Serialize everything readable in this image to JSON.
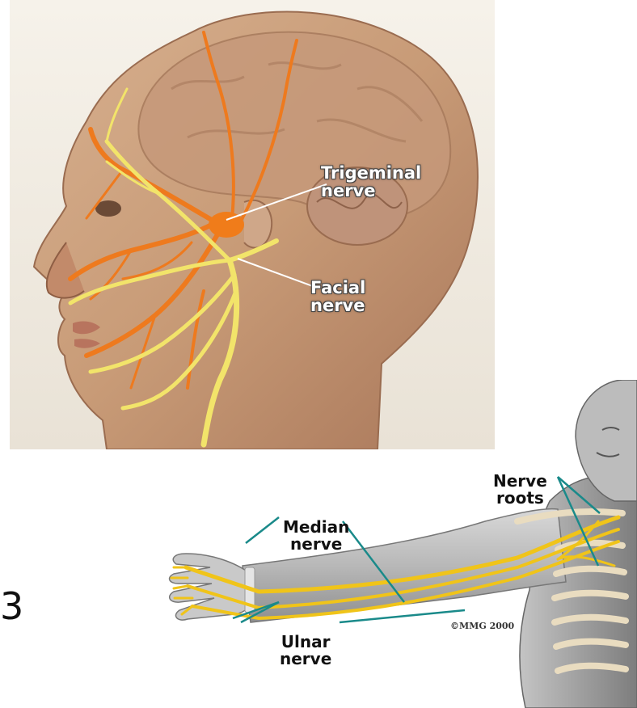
{
  "head": {
    "labels": {
      "trigeminal": {
        "line1": "Trigeminal",
        "line2": "nerve"
      },
      "facial": {
        "line1": "Facial",
        "line2": "nerve"
      }
    },
    "colors": {
      "trigeminal": "#ee7a1e",
      "facial": "#f2e46a",
      "skin": "#c89b77"
    }
  },
  "arm": {
    "labels": {
      "nerve_roots": {
        "line1": "Nerve",
        "line2": "roots"
      },
      "median": {
        "line1": "Median",
        "line2": "nerve"
      },
      "ulnar": {
        "line1": "Ulnar",
        "line2": "nerve"
      }
    },
    "copyright": "©MMG 2000",
    "colors": {
      "nerves": "#f0c419",
      "leader_lines": "#1a8a8a",
      "body": "#b8b8b8"
    }
  },
  "margin": {
    "glyph": "3"
  }
}
